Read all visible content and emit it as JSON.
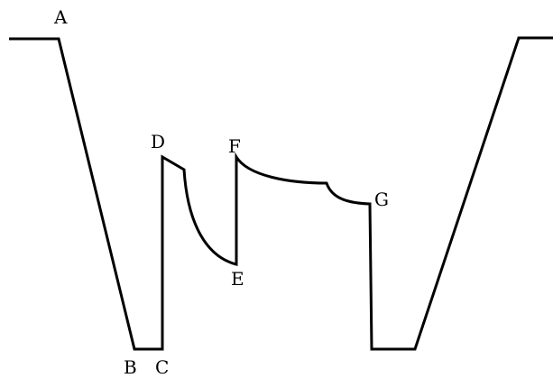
{
  "diagram": {
    "labels": {
      "a": "A",
      "b": "B",
      "c": "C",
      "d": "D",
      "e": "E",
      "f": "F",
      "g": "G"
    },
    "line_color": "#000000",
    "background_color": "#ffffff"
  }
}
